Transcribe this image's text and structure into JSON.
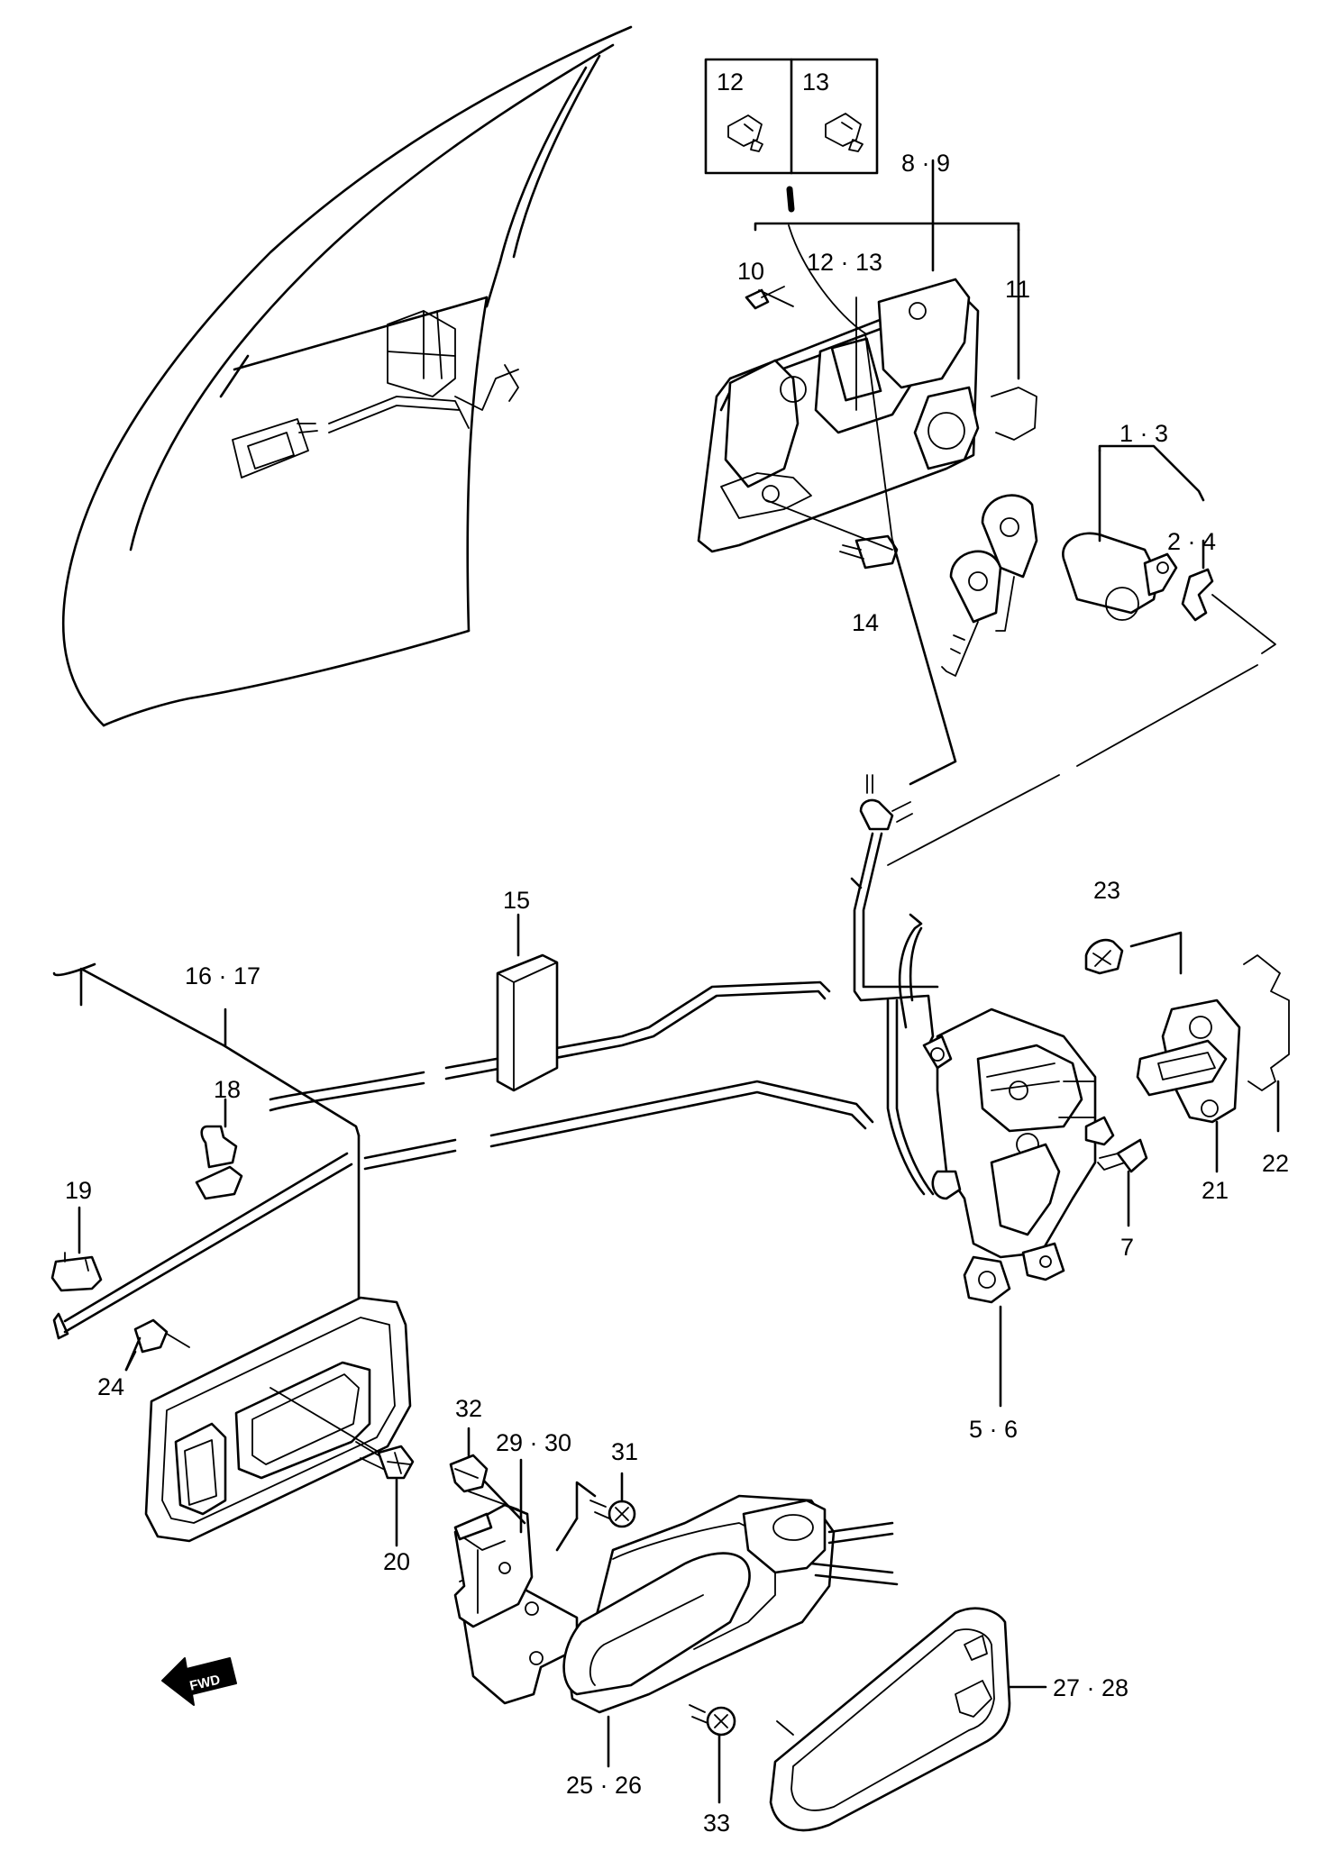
{
  "labels": {
    "l1_3": "1 · 3",
    "l2_4": "2 · 4",
    "l5_6": "5 · 6",
    "l7": "7",
    "l8_9": "8 · 9",
    "l10": "10",
    "l11": "11",
    "l12": "12",
    "l13": "13",
    "l12_13": "12 · 13",
    "l14": "14",
    "l15": "15",
    "l16_17": "16 · 17",
    "l18": "18",
    "l19": "19",
    "l20": "20",
    "l21": "21",
    "l22": "22",
    "l23": "23",
    "l24": "24",
    "l25_26": "25 · 26",
    "l27_28": "27 · 28",
    "l29_30": "29 · 30",
    "l31": "31",
    "l32": "32",
    "l33": "33"
  },
  "fwd_badge": "FWD",
  "icons": {
    "fwd_arrow": "left-arrow-icon"
  }
}
